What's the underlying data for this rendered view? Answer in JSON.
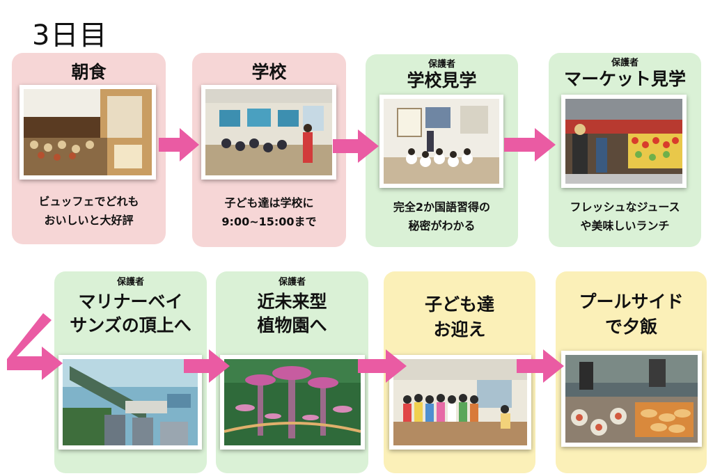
{
  "page": {
    "title": "3日目"
  },
  "colors": {
    "pink": "#f6d6d6",
    "green": "#daf1d6",
    "yellow": "#fbf0b8",
    "arrow": "#ea5ba3"
  },
  "cards": [
    {
      "title": "朝食",
      "desc_line1": "ビュッフェでどれも",
      "desc_line2": "おいしいと大好評",
      "photo": "hotel-breakfast-buffet"
    },
    {
      "title": "学校",
      "desc_line1": "子ども達は学校に",
      "desc_line2": "9:00~15:00まで",
      "photo": "school-classroom"
    },
    {
      "tag": "保護者",
      "title": "学校見学",
      "desc_line1": "完全2か国語習得の",
      "desc_line2": "秘密がわかる",
      "photo": "school-visit-kids"
    },
    {
      "tag": "保護者",
      "title": "マーケット見学",
      "desc_line1": "フレッシュなジュース",
      "desc_line2": "や美味しいランチ",
      "photo": "market-stalls"
    },
    {
      "tag": "保護者",
      "title_line1": "マリナーベイ",
      "title_line2": "サンズの頂上へ",
      "photo": "marina-bay-sands-rooftop"
    },
    {
      "tag": "保護者",
      "title_line1": "近未来型",
      "title_line2": "植物園へ",
      "photo": "gardens-by-the-bay"
    },
    {
      "title_line1": "子ども達",
      "title_line2": "お迎え",
      "photo": "kids-group-photo"
    },
    {
      "title_line1": "プールサイド",
      "title_line2": "で夕飯",
      "photo": "poolside-dinner"
    }
  ]
}
